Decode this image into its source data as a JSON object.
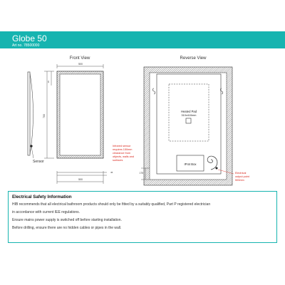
{
  "header": {
    "title": "Globe 50",
    "art_no": "Art no. 78500000",
    "accent_color": "#16b4b0"
  },
  "front_view": {
    "heading": "Front View",
    "width_dim": "500",
    "height_dim": "700",
    "offset_dim": "16",
    "depth_dim": "45",
    "bottom_dim": "500",
    "sensor_label": "Sensor",
    "note_lines": [
      "Infrared sensor",
      "requires 150mm",
      "clearance from",
      "objects, walls and",
      "surfaces"
    ]
  },
  "reverse_view": {
    "heading": "Reverse View",
    "heated_pad_lines": [
      "Heated Pad",
      "310x410mm"
    ],
    "ip44_label": "IP44 Box",
    "side_dim": "175",
    "note_lines": [
      "Electrical",
      "output point",
      "500mm"
    ]
  },
  "info": {
    "title": "Electrical Safety Information",
    "lines": [
      "HIB recommends that all electrical bathroom products should only be fitted by a suitably qualified, Part P registered electrician",
      "in accordance with current IEE regulations.",
      "Ensure mains power supply is switched off before starting installation.",
      "Before drilling, ensure there are no hidden cables or pipes in the wall."
    ]
  },
  "colors": {
    "note_red": "#d9261c",
    "line_dark": "#333333"
  }
}
